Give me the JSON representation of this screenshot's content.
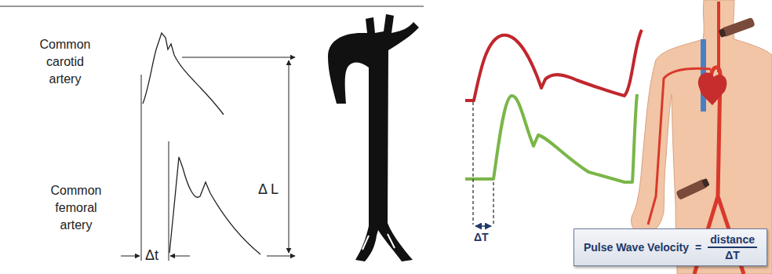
{
  "diagram": {
    "nodes": [
      {
        "text": [
          "Pulse Wave Velocity",
          "=",
          "distance",
          "ΔT"
        ]
      }
    ],
    "labels": [
      "Common carotid artery",
      "Common femoral artery",
      "Δt",
      "Δ L",
      "ΔT"
    ]
  }
}
